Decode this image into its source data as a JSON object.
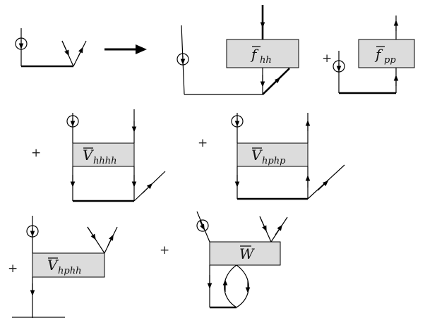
{
  "operators": {
    "f_hh": {
      "symbol": "f",
      "subscript": "hh"
    },
    "f_pp": {
      "symbol": "f",
      "subscript": "pp"
    },
    "v_hhhh": {
      "symbol": "V",
      "subscript": "hhhh"
    },
    "v_hphp": {
      "symbol": "V",
      "subscript": "hphp"
    },
    "v_hphh": {
      "symbol": "V",
      "subscript": "hphh"
    },
    "w": {
      "symbol": "W",
      "subscript": ""
    }
  },
  "plus_sign": "+"
}
